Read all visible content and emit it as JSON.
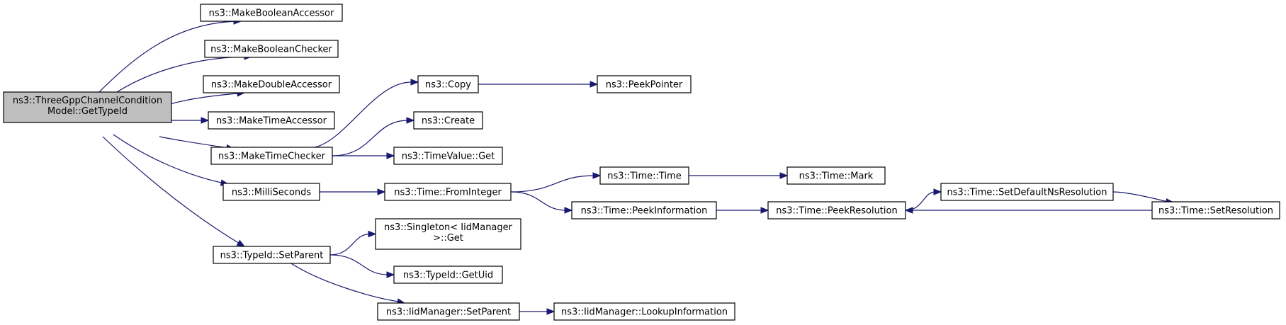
{
  "nodes": {
    "root": [
      "ns3::ThreeGppChannelCondition",
      "Model::GetTypeId"
    ],
    "make_boolean_accessor": [
      "ns3::MakeBooleanAccessor"
    ],
    "make_boolean_checker": [
      "ns3::MakeBooleanChecker"
    ],
    "make_double_accessor": [
      "ns3::MakeDoubleAccessor"
    ],
    "make_time_accessor": [
      "ns3::MakeTimeAccessor"
    ],
    "make_time_checker": [
      "ns3::MakeTimeChecker"
    ],
    "milli_seconds": [
      "ns3::MilliSeconds"
    ],
    "typeid_set_parent": [
      "ns3::TypeId::SetParent"
    ],
    "copy": [
      "ns3::Copy"
    ],
    "peek_pointer": [
      "ns3::PeekPointer"
    ],
    "create": [
      "ns3::Create"
    ],
    "timevalue_get": [
      "ns3::TimeValue::Get"
    ],
    "time_from_integer": [
      "ns3::Time::FromInteger"
    ],
    "time_time": [
      "ns3::Time::Time"
    ],
    "time_mark": [
      "ns3::Time::Mark"
    ],
    "time_peek_information": [
      "ns3::Time::PeekInformation"
    ],
    "time_peek_resolution": [
      "ns3::Time::PeekResolution"
    ],
    "time_set_default_ns_resolution": [
      "ns3::Time::SetDefaultNsResolution"
    ],
    "time_set_resolution": [
      "ns3::Time::SetResolution"
    ],
    "singleton_get": [
      "ns3::Singleton< IidManager",
      ">::Get"
    ],
    "typeid_get_uid": [
      "ns3::TypeId::GetUid"
    ],
    "iidmanager_set_parent": [
      "ns3::IidManager::SetParent"
    ],
    "iidmanager_lookup_information": [
      "ns3::IidManager::LookupInformation"
    ]
  },
  "edges": [
    [
      "root",
      "make_boolean_accessor"
    ],
    [
      "root",
      "make_boolean_checker"
    ],
    [
      "root",
      "make_double_accessor"
    ],
    [
      "root",
      "make_time_accessor"
    ],
    [
      "root",
      "make_time_checker"
    ],
    [
      "root",
      "milli_seconds"
    ],
    [
      "root",
      "typeid_set_parent"
    ],
    [
      "make_time_checker",
      "copy"
    ],
    [
      "make_time_checker",
      "create"
    ],
    [
      "make_time_checker",
      "timevalue_get"
    ],
    [
      "copy",
      "peek_pointer"
    ],
    [
      "milli_seconds",
      "time_from_integer"
    ],
    [
      "time_from_integer",
      "time_time"
    ],
    [
      "time_from_integer",
      "time_peek_information"
    ],
    [
      "time_time",
      "time_mark"
    ],
    [
      "time_peek_information",
      "time_peek_resolution"
    ],
    [
      "time_peek_resolution",
      "time_set_default_ns_resolution"
    ],
    [
      "time_set_default_ns_resolution",
      "time_set_resolution"
    ],
    [
      "time_set_resolution",
      "time_peek_resolution"
    ],
    [
      "typeid_set_parent",
      "singleton_get"
    ],
    [
      "typeid_set_parent",
      "typeid_get_uid"
    ],
    [
      "typeid_set_parent",
      "iidmanager_set_parent"
    ],
    [
      "iidmanager_set_parent",
      "iidmanager_lookup_information"
    ]
  ],
  "colors": {
    "edge": "#191970",
    "root_fill": "#bfbfbf",
    "node_fill": "#ffffff",
    "node_stroke": "#000000"
  }
}
